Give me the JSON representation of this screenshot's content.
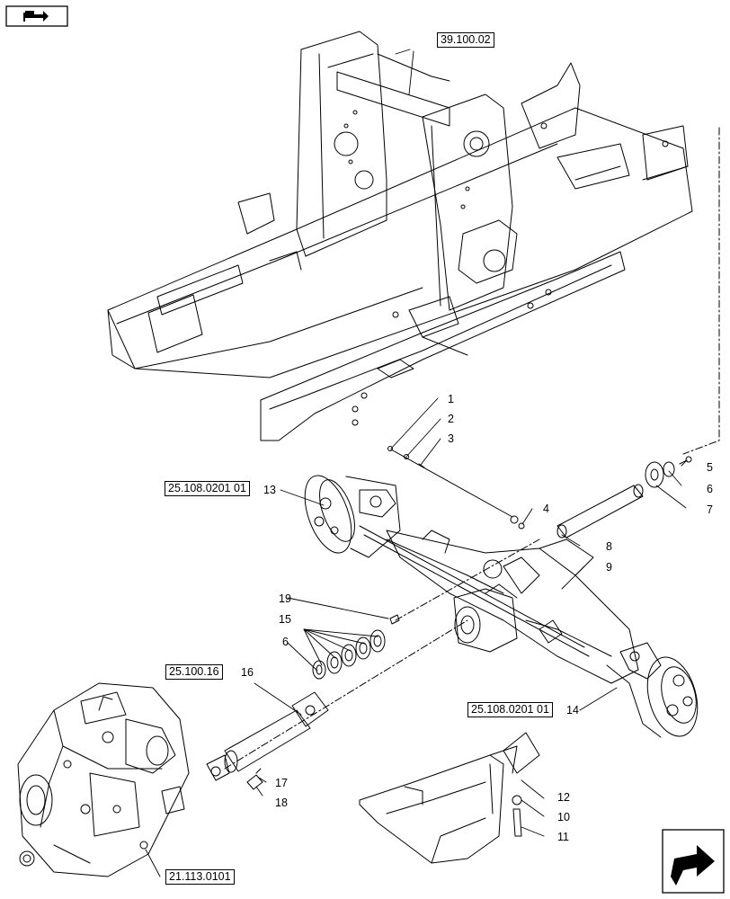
{
  "references": {
    "frame": "39.100.02",
    "hub_left": "25.108.0201 01",
    "hub_right": "25.108.0201 01",
    "driveshaft": "25.100.16",
    "transmission": "21.113.0101"
  },
  "callouts": {
    "c1": "1",
    "c2": "2",
    "c3": "3",
    "c4": "4",
    "c5": "5",
    "c6a": "6",
    "c6b": "6",
    "c7": "7",
    "c8": "8",
    "c9": "9",
    "c10": "10",
    "c11": "11",
    "c12": "12",
    "c13": "13",
    "c14": "14",
    "c15": "15",
    "c16": "16",
    "c17": "17",
    "c18": "18",
    "c19": "19"
  },
  "icons": {
    "top_left": "book-pointer-icon",
    "bottom_right": "next-page-arrow-icon"
  }
}
